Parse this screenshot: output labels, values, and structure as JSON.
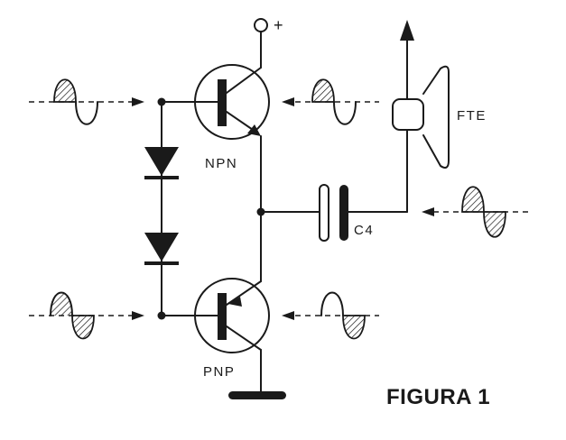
{
  "labels": {
    "supply": "+",
    "npn": "NPN",
    "pnp": "PNP",
    "capacitor": "C4",
    "speaker": "FTE",
    "figure": "FIGURA 1"
  },
  "colors": {
    "ink": "#1a1a1a",
    "background": "#ffffff"
  }
}
